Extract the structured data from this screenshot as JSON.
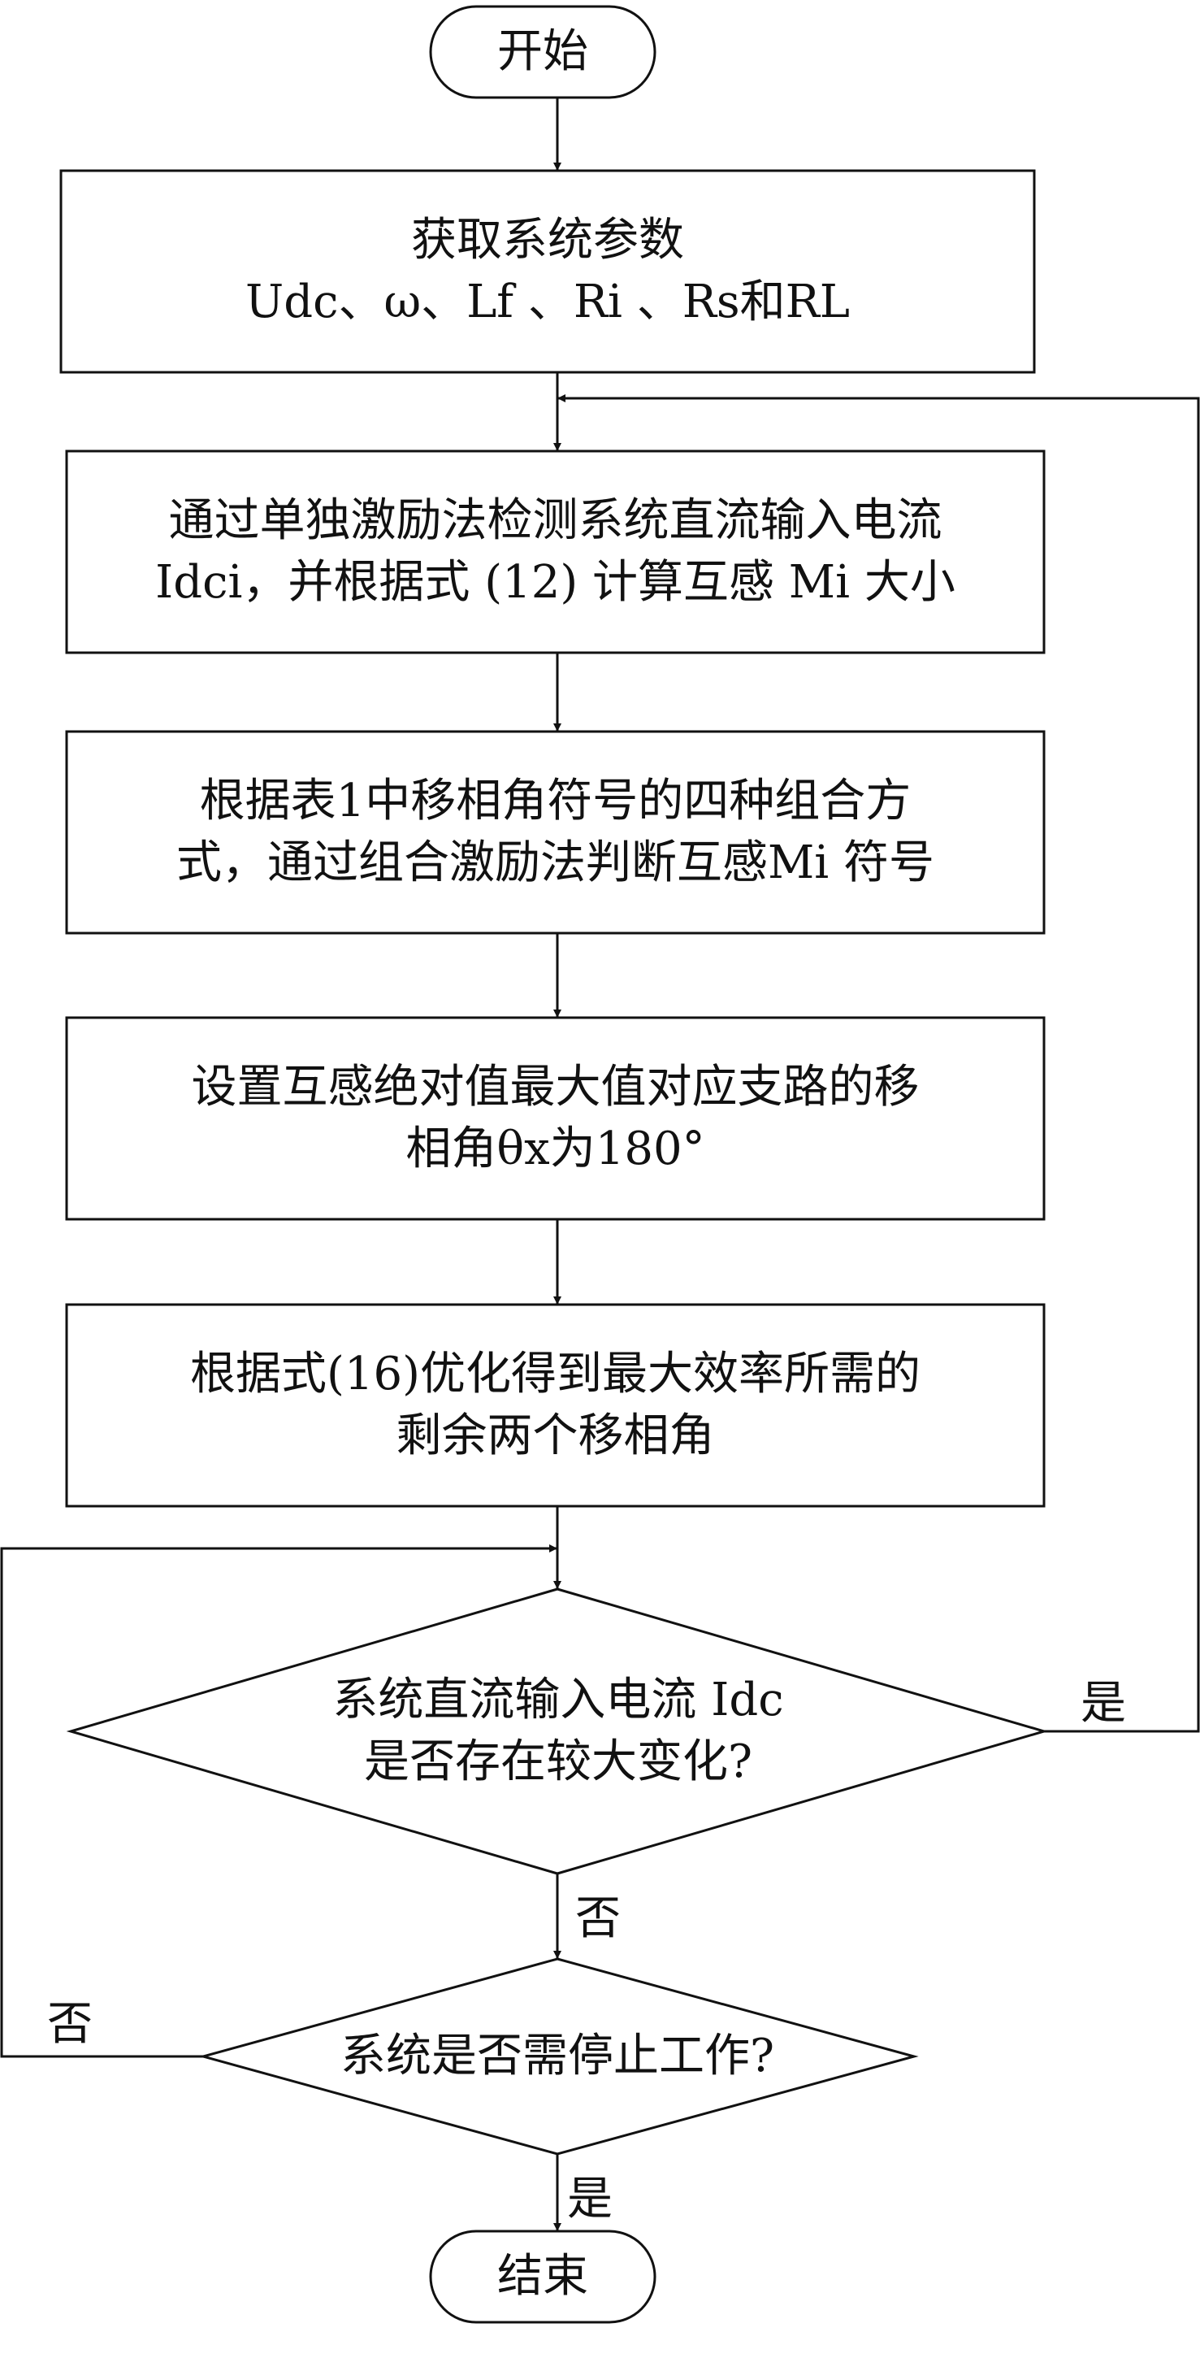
{
  "start": {
    "label": "开始"
  },
  "end": {
    "label": "结束"
  },
  "steps": [
    {
      "lines": [
        "获取系统参数",
        "Udc、ω、Lf 、Ri 、Rs和RL"
      ]
    },
    {
      "lines": [
        "通过单独激励法检测系统直流输入电流",
        "Idci，并根据式 (12) 计算互感 Mi 大小"
      ]
    },
    {
      "lines": [
        "根据表1中移相角符号的四种组合方",
        "式，通过组合激励法判断互感Mi 符号"
      ]
    },
    {
      "lines": [
        "设置互感绝对值最大值对应支路的移",
        "相角θx为180°"
      ]
    },
    {
      "lines": [
        "根据式(16)优化得到最大效率所需的",
        "剩余两个移相角"
      ]
    }
  ],
  "decisions": [
    {
      "lines": [
        "系统直流输入电流 Idc",
        "是否存在较大变化?"
      ],
      "yes_label": "是",
      "no_label": "否"
    },
    {
      "lines": [
        "系统是否需停止工作?"
      ],
      "yes_label": "是",
      "no_label": "否"
    }
  ]
}
